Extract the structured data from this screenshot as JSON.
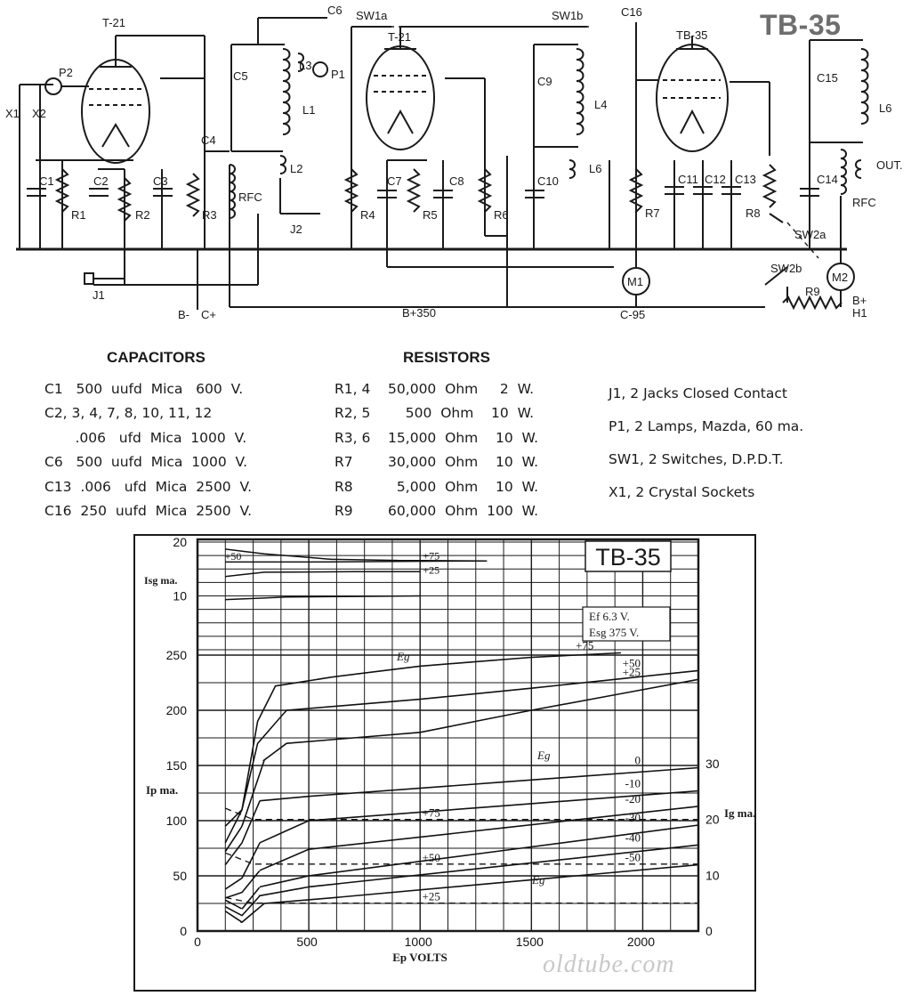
{
  "brand": "TB-35",
  "schematic": {
    "labels": {
      "x1": "X1",
      "x2": "X2",
      "p2": "P2",
      "t21a": "T-21",
      "t21b": "T-21",
      "tb35": "TB-35",
      "c1": "C1",
      "c2": "C2",
      "c3": "C3",
      "c4": "C4",
      "c5": "C5",
      "c6": "C6",
      "c7": "C7",
      "c8": "C8",
      "c9": "C9",
      "c10": "C10",
      "c11": "C11",
      "c12": "C12",
      "c13": "C13",
      "c14": "C14",
      "c15": "C15",
      "c16": "C16",
      "r1": "R1",
      "r2": "R2",
      "r3": "R3",
      "r4": "R4",
      "r5": "R5",
      "r6": "R6",
      "r7": "R7",
      "r8": "R8",
      "r9": "R9",
      "rfc1": "RFC",
      "rfc2": "RFC",
      "l1": "L1",
      "l2": "L2",
      "l3": "L3",
      "l4": "L4",
      "l5": "L6",
      "l6": "L6",
      "p1": "P1",
      "j1": "J1",
      "j2": "J2",
      "sw1a": "SW1a",
      "sw1b": "SW1b",
      "sw2a": "SW2a",
      "sw2b": "SW2b",
      "m1": "M1",
      "m2": "M2",
      "out": "OUT.",
      "bminus": "B-",
      "cplus": "C+",
      "b350": "B+350",
      "c95": "C-95",
      "bplus": "B+",
      "h1": "H1"
    }
  },
  "parts": {
    "capacitors_title": "CAPACITORS",
    "resistors_title": "RESISTORS",
    "capacitors": [
      "C1   500  uufd  Mica   600  V.",
      "C2, 3, 4, 7, 8, 10, 11, 12",
      "       .006   ufd  Mica  1000  V.",
      "C6   500  uufd  Mica  1000  V.",
      "C13  .006   ufd  Mica  2500  V.",
      "C16  250  uufd  Mica  2500  V."
    ],
    "resistors": [
      "R1, 4    50,000  Ohm     2  W.",
      "R2, 5        500  Ohm    10  W.",
      "R3, 6    15,000  Ohm    10  W.",
      "R7        30,000  Ohm    10  W.",
      "R8          5,000  Ohm    10  W.",
      "R9        60,000  Ohm  100  W."
    ],
    "other": [
      "J1, 2 Jacks Closed Contact",
      "P1, 2 Lamps, Mazda, 60 ma.",
      "SW1, 2 Switches, D.P.D.T.",
      "X1, 2 Crystal Sockets"
    ]
  },
  "chart_data": {
    "type": "line",
    "title": "TB-35",
    "conditions": [
      "Ef 6.3 V.",
      "Esg 375 V."
    ],
    "xlabel": "Ep VOLTS",
    "ylabel_left": "Ip ma.",
    "ylabel_right": "Ig ma.",
    "ylabel_top": "Isg ma.",
    "eg_label": "Eg",
    "xlim": [
      0,
      2250
    ],
    "x_ticks": [
      "0",
      "500",
      "1000",
      "1500",
      "2000"
    ],
    "x_tick_values": [
      0,
      500,
      1000,
      1500,
      2000
    ],
    "ip_ylim": [
      0,
      250
    ],
    "ip_ticks": [
      "0",
      "50",
      "100",
      "150",
      "200",
      "250"
    ],
    "ip_tick_values": [
      0,
      50,
      100,
      150,
      200,
      250
    ],
    "ig_ylim": [
      0,
      30
    ],
    "ig_ticks": [
      "0",
      "10",
      "20",
      "30"
    ],
    "ig_tick_values": [
      0,
      10,
      20,
      30
    ],
    "isg_ylim": [
      0,
      20
    ],
    "isg_ticks": [
      "10",
      "20"
    ],
    "isg_tick_values": [
      10,
      20
    ],
    "ip_series": [
      {
        "name": "+75",
        "x": [
          125,
          200,
          270,
          350,
          600,
          1000,
          1500,
          1900
        ],
        "y": [
          95,
          110,
          190,
          222,
          230,
          240,
          248,
          252
        ]
      },
      {
        "name": "+50",
        "x": [
          125,
          200,
          270,
          400,
          1000,
          1500,
          2250
        ],
        "y": [
          80,
          110,
          170,
          200,
          210,
          220,
          236
        ]
      },
      {
        "name": "+25",
        "x": [
          125,
          200,
          300,
          400,
          1000,
          1500,
          2250
        ],
        "y": [
          72,
          95,
          155,
          170,
          180,
          200,
          228
        ]
      },
      {
        "name": "0",
        "x": [
          125,
          200,
          280,
          500,
          2250
        ],
        "y": [
          60,
          80,
          118,
          122,
          148
        ]
      },
      {
        "name": "-10",
        "x": [
          125,
          200,
          280,
          500,
          2250
        ],
        "y": [
          38,
          48,
          80,
          100,
          127
        ]
      },
      {
        "name": "-20",
        "x": [
          125,
          200,
          280,
          500,
          2250
        ],
        "y": [
          30,
          35,
          55,
          74,
          113
        ]
      },
      {
        "name": "-30",
        "x": [
          125,
          200,
          280,
          500,
          2250
        ],
        "y": [
          28,
          20,
          40,
          50,
          96
        ]
      },
      {
        "name": "-40",
        "x": [
          125,
          200,
          280,
          500,
          2250
        ],
        "y": [
          22,
          14,
          32,
          40,
          78
        ]
      },
      {
        "name": "-50",
        "x": [
          125,
          200,
          300,
          600,
          2250
        ],
        "y": [
          18,
          8,
          25,
          30,
          60
        ]
      }
    ],
    "ig_series": [
      {
        "name": "+75",
        "x": [
          125,
          250,
          2250
        ],
        "y": [
          22,
          20,
          20
        ]
      },
      {
        "name": "+50",
        "x": [
          125,
          250,
          2250
        ],
        "y": [
          14,
          12,
          12
        ]
      },
      {
        "name": "+25",
        "x": [
          125,
          250,
          2250
        ],
        "y": [
          6,
          5,
          5
        ]
      }
    ],
    "isg_series": [
      {
        "name": "+50",
        "x": [
          125,
          300,
          600,
          900,
          1300
        ],
        "y": [
          18.7,
          17.8,
          16.8,
          16.6,
          16.5
        ]
      },
      {
        "name": "+75",
        "x": [
          125,
          500,
          1300
        ],
        "y": [
          16.3,
          16.3,
          16.5
        ]
      },
      {
        "name": "+25",
        "x": [
          125,
          300,
          700,
          1000
        ],
        "y": [
          13.6,
          14.4,
          14.5,
          14.5
        ]
      },
      {
        "name": "",
        "x": [
          125,
          400,
          1000
        ],
        "y": [
          9.3,
          9.8,
          10.0
        ]
      }
    ]
  },
  "footer": "oldtube.com"
}
